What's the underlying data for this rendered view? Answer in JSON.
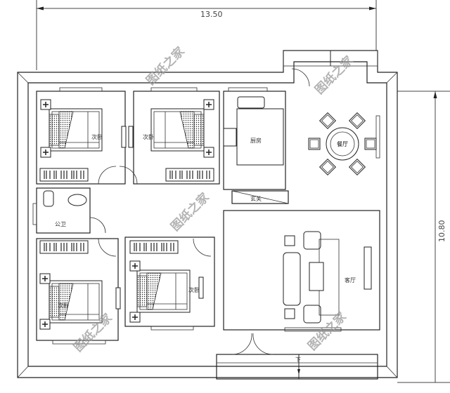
{
  "dimensions": {
    "width": "13.50",
    "depth": "10.80"
  },
  "rooms": {
    "bedroom_1": "次卧",
    "bedroom_2": "次卧",
    "bedroom_3": "次卧",
    "kitchen": "厨房",
    "foyer": "玄关",
    "bathroom": "公卫",
    "living_room": "客厅",
    "dining_room": "餐厅",
    "stairs_down": "下"
  },
  "watermark": "图纸之家",
  "colors": {
    "lines": "#222222",
    "watermark": "#9a9a9a",
    "background": "#ffffff"
  }
}
